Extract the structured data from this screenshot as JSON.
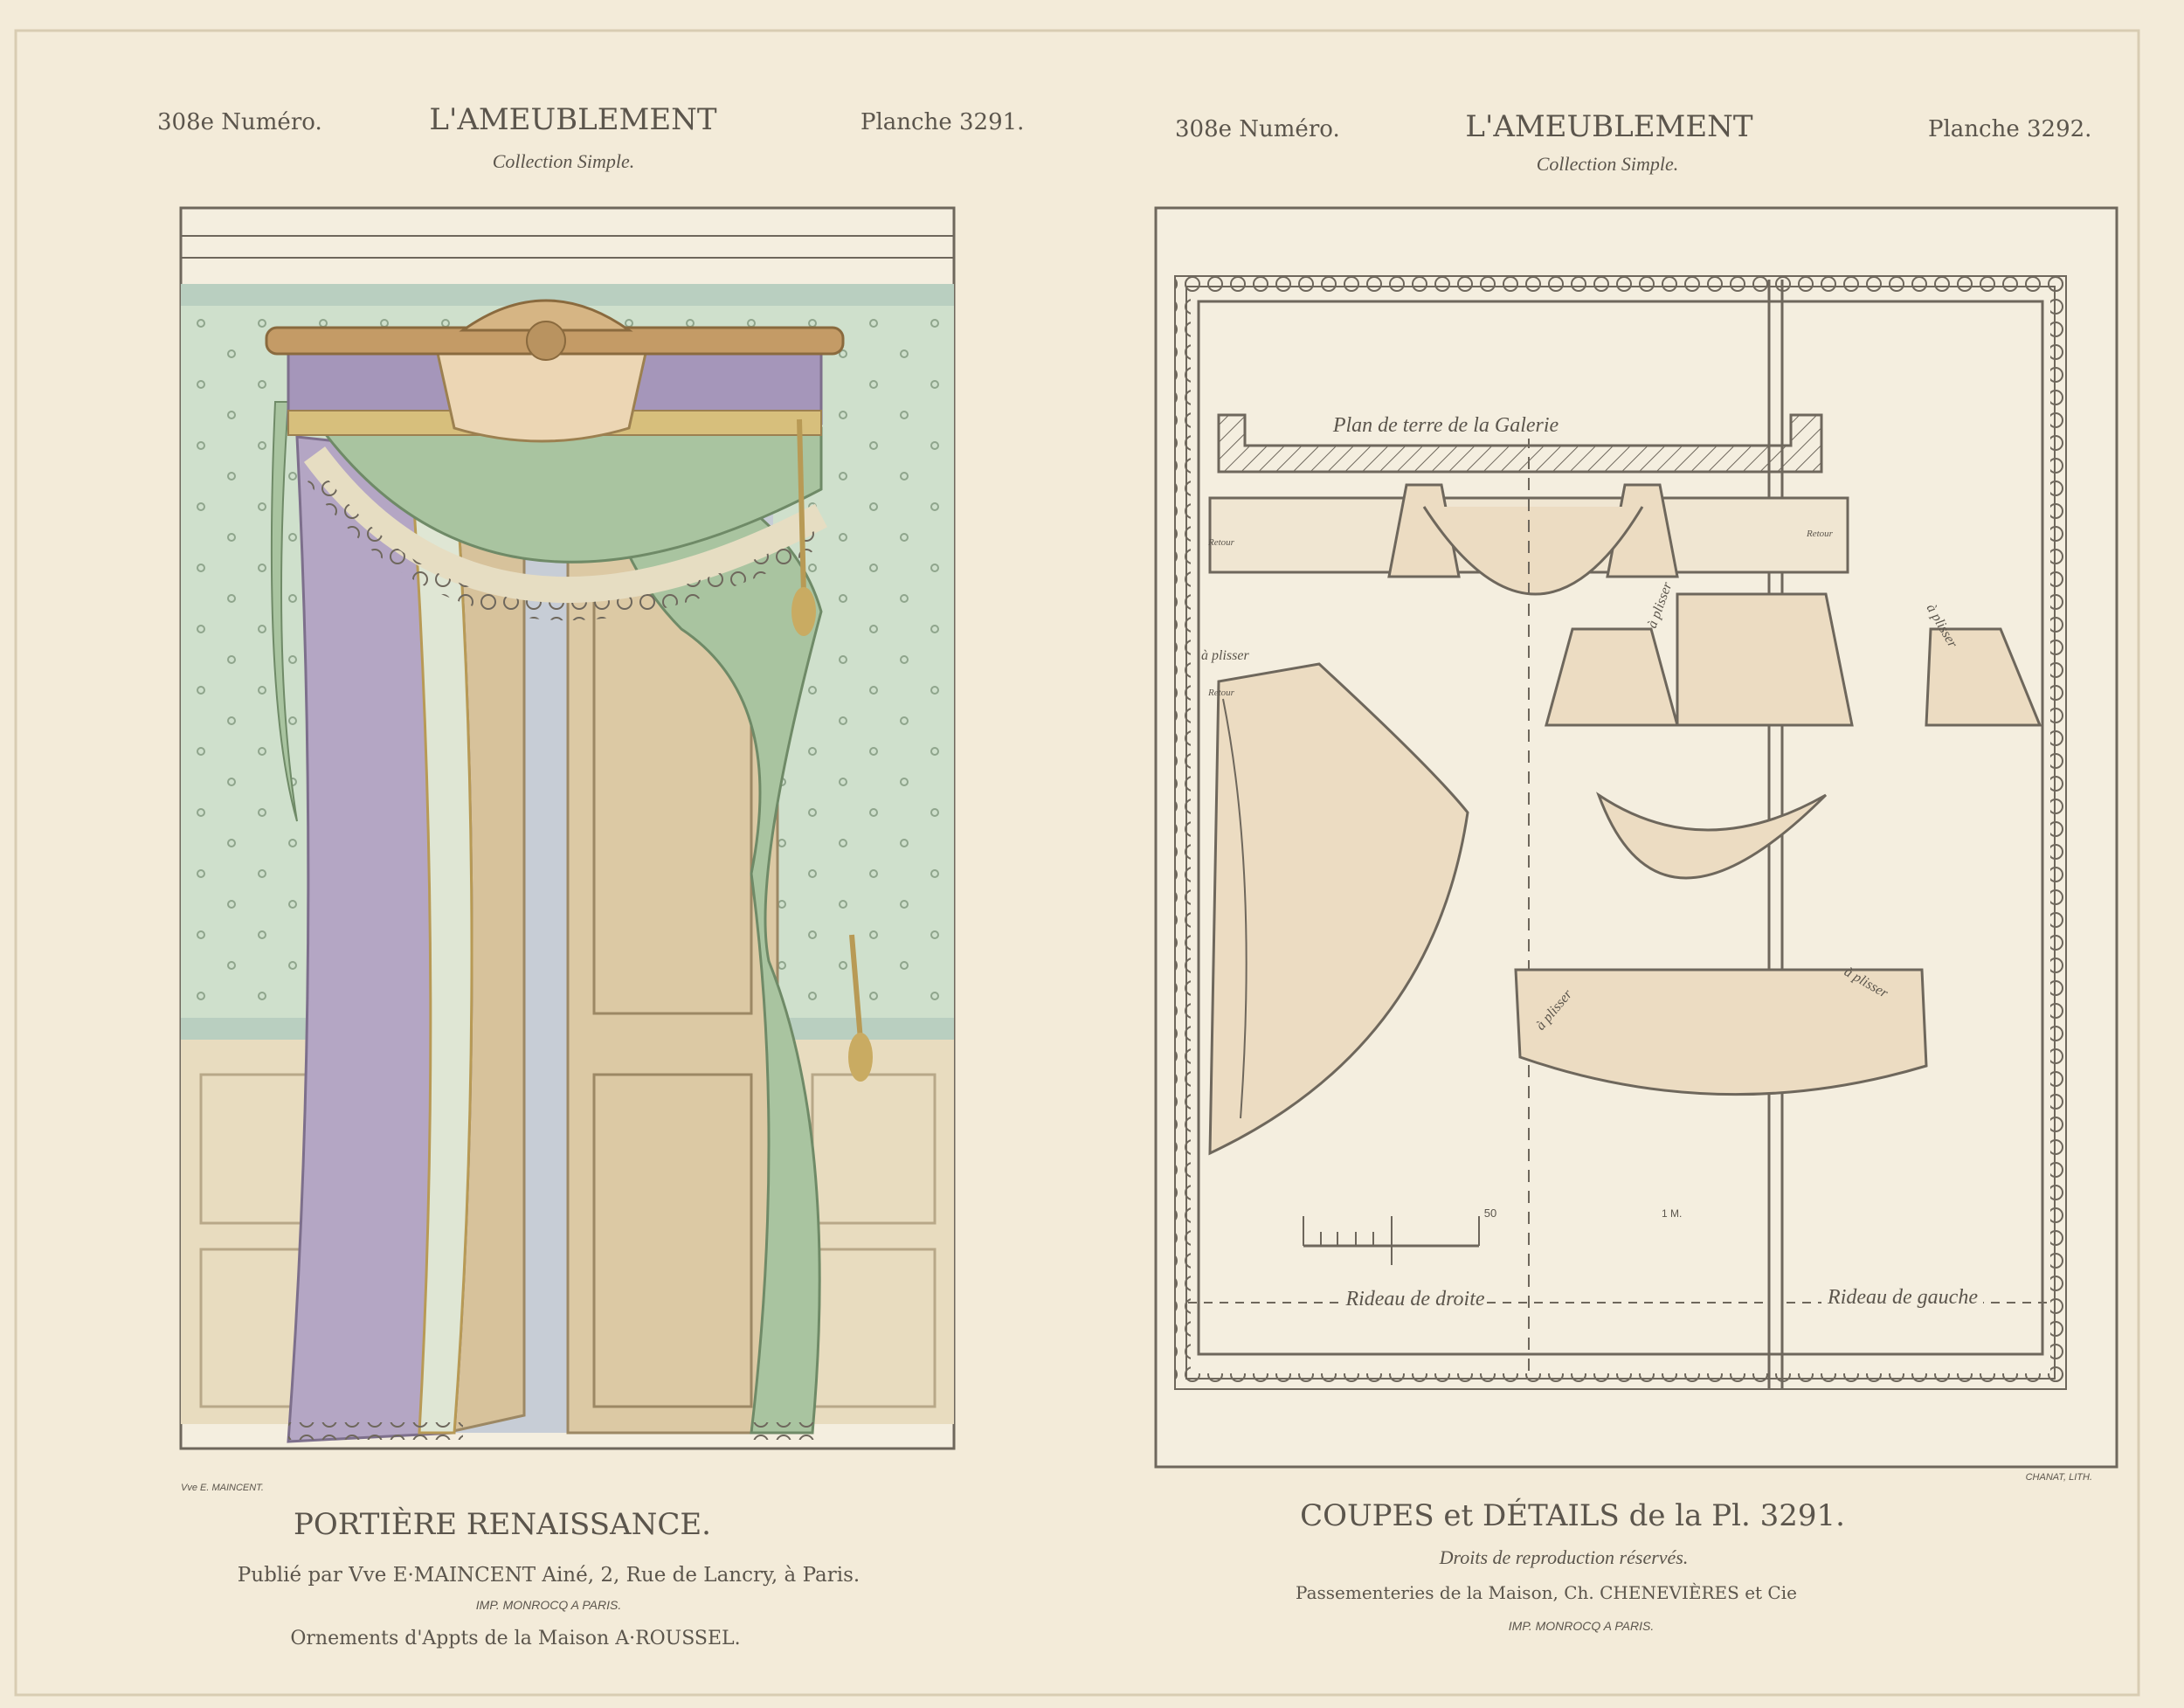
{
  "left_plate": {
    "issue": "308e Numéro.",
    "journal": "L'AMEUBLEMENT",
    "plate": "Planche 3291.",
    "collection": "Collection Simple.",
    "artist": "Vve E. MAINCENT.",
    "title": "PORTIÈRE RENAISSANCE.",
    "publisher": "Publié par Vve E·MAINCENT Ainé, 2, Rue de Lancry, à Paris.",
    "printer": "IMP. MONROCQ A PARIS.",
    "ornaments": "Ornements d'Appts de la Maison A·ROUSSEL."
  },
  "right_plate": {
    "issue": "308e Numéro.",
    "journal": "L'AMEUBLEMENT",
    "plate": "Planche 3292.",
    "collection": "Collection Simple.",
    "lithographer": "CHANAT, LITH.",
    "title": "COUPES et DÉTAILS de la Pl. 3291.",
    "rights": "Droits de reproduction réservés.",
    "trimmings": "Passementeries de la Maison, Ch. CHENEVIÈRES et Cie",
    "printer": "IMP. MONROCQ A PARIS.",
    "labels": {
      "plan": "Plan de terre de la Galerie",
      "retour": "Retour",
      "a_plisser": "à plisser",
      "scale_mid": "50",
      "scale_end": "1 M.",
      "rideau_droite": "Rideau de droite",
      "rideau_gauche": "Rideau de gauche"
    }
  },
  "colors": {
    "paper": "#f3ebd9",
    "wall": "#cfe0cc",
    "curtain_left": "#b4a6c4",
    "curtain_right": "#a9c4a0",
    "gold": "#b89a55",
    "ink": "#5b554c"
  }
}
